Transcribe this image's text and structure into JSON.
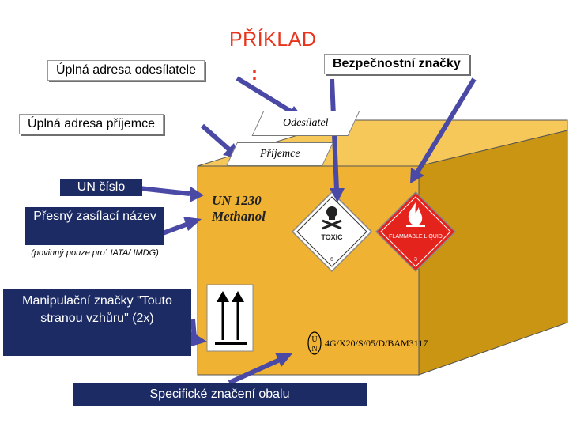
{
  "title": "PŘÍKLAD",
  "title_colon": ":",
  "labels": {
    "sender_address": "Úplná adresa odesílatele",
    "safety_marks": "Bezpečnostní značky",
    "recipient_address": "Úplná adresa příjemce",
    "un_number": "UN číslo",
    "shipping_name": "Přesný zasílací název",
    "shipping_name_note": "(povinný pouze pro´ IATA/ IMDG)",
    "handling_marks": "Manipulační značky \"Touto stranou vzhůru\" (2x)",
    "packaging_marking": "Specifické značení obalu"
  },
  "box": {
    "sender_plate": "Odesílatel",
    "recipient_plate": "Příjemce",
    "un_line": "UN 1230",
    "substance": "Methanol",
    "un_symbol_top": "U",
    "un_symbol_bottom": "N",
    "package_code": "4G/X20/S/05/D/BAM3117"
  },
  "hazard_labels": {
    "toxic_text": "TOXIC",
    "toxic_class": "6",
    "flammable_text": "FLAMMABLE LIQUID",
    "flammable_class": "3"
  },
  "colors": {
    "box_front": "#f0b232",
    "box_side": "#c99512",
    "box_top": "#f6c85a",
    "arrow": "#4a4aa6",
    "dark_label": "#1c2b63",
    "title": "#e8341c"
  }
}
